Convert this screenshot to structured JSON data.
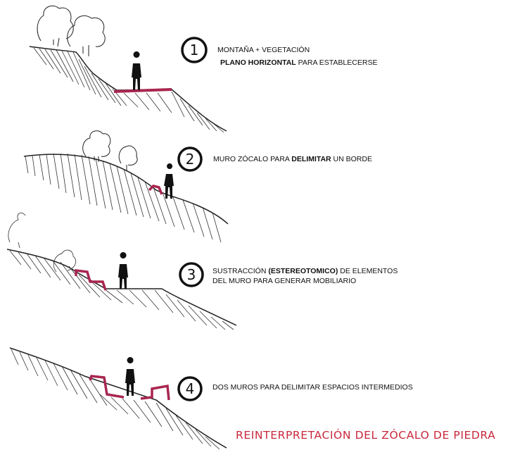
{
  "steps": [
    {
      "number": "1",
      "lines": [
        [
          {
            "text": "MONTAÑA + VEGETACIÓN",
            "bold": false
          }
        ],
        [
          {
            "text": "PLANO HORIZONTAL",
            "bold": true
          },
          {
            "text": " PARA ESTABLECERSE",
            "bold": false
          }
        ]
      ]
    },
    {
      "number": "2",
      "lines": [
        [
          {
            "text": "MURO ZÓCALO PARA ",
            "bold": false
          },
          {
            "text": "DELIMITAR",
            "bold": true
          },
          {
            "text": " UN BORDE",
            "bold": false
          }
        ]
      ]
    },
    {
      "number": "3",
      "lines": [
        [
          {
            "text": "SUSTRACCIÓN ",
            "bold": false
          },
          {
            "text": "(ESTEREOTOMICO)",
            "bold": true
          },
          {
            "text": " DE ELEMENTOS",
            "bold": false
          }
        ],
        [
          {
            "text": "DEL MURO PARA GENERAR  MOBILIARIO",
            "bold": false
          }
        ]
      ]
    },
    {
      "number": "4",
      "lines": [
        [
          {
            "text": "DOS MUROS PARA DELIMITAR ESPACIOS INTERMEDIOS",
            "bold": false
          }
        ]
      ]
    }
  ],
  "title": "REINTERPRETACIÓN DEL ZÓCALO DE PIEDRA",
  "colors": {
    "wall": "#a8264f",
    "title": "#c8283c",
    "ink": "#111111"
  }
}
